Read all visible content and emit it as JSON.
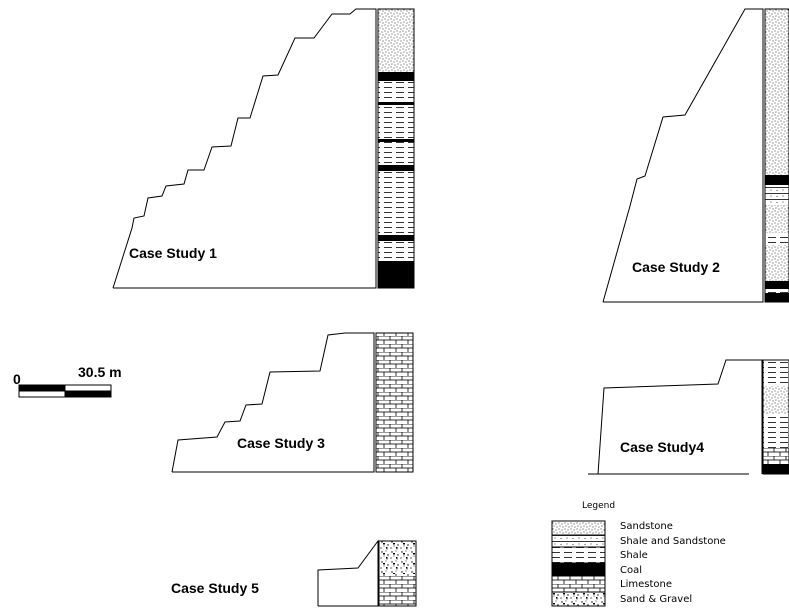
{
  "case_studies": [
    {
      "label": "Case Study 1"
    },
    {
      "label": "Case Study 2"
    },
    {
      "label": "Case Study 3"
    },
    {
      "label": "Case Study4"
    },
    {
      "label": "Case Study 5"
    }
  ],
  "scale_bar": {
    "zero": "0",
    "length": "30.5 m"
  },
  "legend": {
    "title": "Legend",
    "items": [
      {
        "label": "Sandstone",
        "pattern": "sandstone"
      },
      {
        "label": "Shale and Sandstone",
        "pattern": "shale-sandstone"
      },
      {
        "label": "Shale",
        "pattern": "shale"
      },
      {
        "label": "Coal",
        "pattern": "coal"
      },
      {
        "label": "Limestone",
        "pattern": "limestone"
      },
      {
        "label": "Sand & Gravel",
        "pattern": "sand-gravel"
      }
    ]
  }
}
